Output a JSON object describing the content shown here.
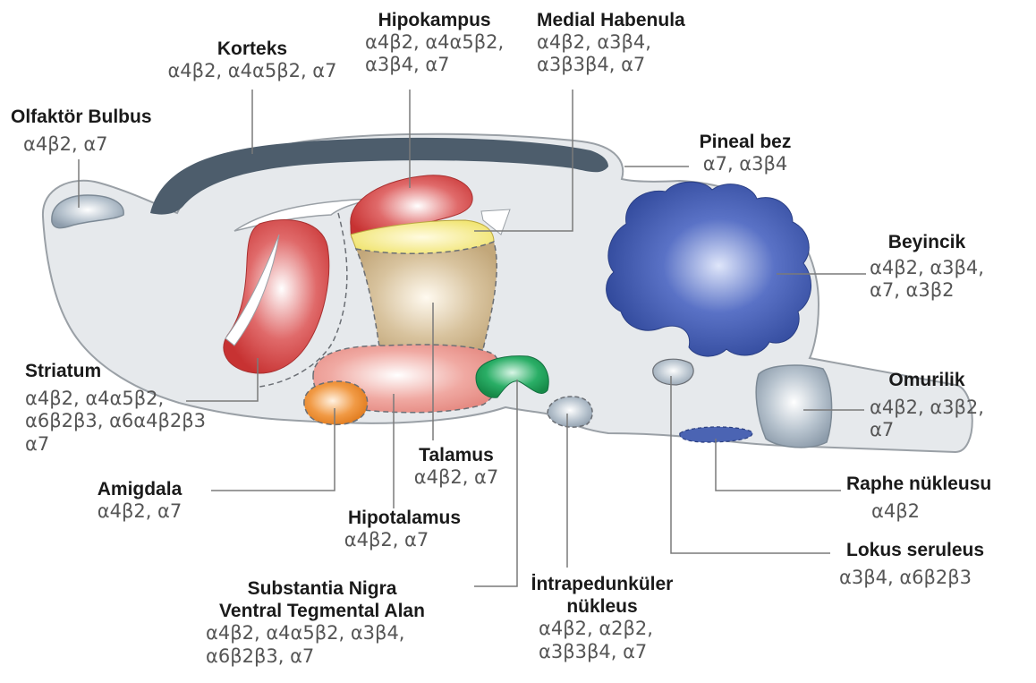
{
  "regions": {
    "korteks": {
      "name": "Korteks",
      "receptors": [
        "α4β2, α4α5β2, α7"
      ]
    },
    "hipokampus": {
      "name": "Hipokampus",
      "receptors": [
        "α4β2, α4α5β2,",
        "α3β4, α7"
      ]
    },
    "habenula": {
      "name": "Medial Habenula",
      "receptors": [
        "α4β2, α3β4,",
        "α3β3β4, α7"
      ]
    },
    "olfaktor": {
      "name": "Olfaktör Bulbus",
      "receptors": [
        "α4β2, α7"
      ]
    },
    "pineal": {
      "name": "Pineal bez",
      "receptors": [
        "α7, α3β4"
      ]
    },
    "beyincik": {
      "name": "Beyincik",
      "receptors": [
        "α4β2, α3β4,",
        "α7, α3β2"
      ]
    },
    "striatum": {
      "name": "Striatum",
      "receptors": [
        "α4β2, α4α5β2,",
        "α6β2β3, α6α4β2β3",
        "α7"
      ]
    },
    "omurilik": {
      "name": "Omurilik",
      "receptors": [
        "α4β2, α3β2,",
        "α7"
      ]
    },
    "talamus": {
      "name": "Talamus",
      "receptors": [
        "α4β2, α7"
      ]
    },
    "amigdala": {
      "name": "Amigdala",
      "receptors": [
        "α4β2, α7"
      ]
    },
    "raphe": {
      "name": "Raphe nükleusu",
      "receptors": [
        "α4β2"
      ]
    },
    "hipotalamus": {
      "name": "Hipotalamus",
      "receptors": [
        "α4β2, α7"
      ]
    },
    "lokus": {
      "name": "Lokus seruleus",
      "receptors": [
        "α3β4, α6β2β3"
      ]
    },
    "substantia": {
      "name": [
        "Substantia Nigra",
        "Ventral Tegmental Alan"
      ],
      "receptors": [
        "α4β2, α4α5β2, α3β4,",
        "α6β2β3, α7"
      ]
    },
    "intrapedunkuler": {
      "name": [
        "İntrapedunküler",
        "nükleus"
      ],
      "receptors": [
        "α4β2, α2β2,",
        "α3β3β4, α7"
      ]
    }
  },
  "colors": {
    "brain": "#e6e9ec",
    "outline": "#9aa0a6",
    "cortex_band": "#4d5d6c",
    "red": "#d94040",
    "yellow": "#f2e878",
    "tan": "#cdb48a",
    "pink": "#ec9a92",
    "orange": "#ee8a2c",
    "green": "#1e9c56",
    "blue": "#3b55a8",
    "grey_region": "#9eacb8"
  }
}
